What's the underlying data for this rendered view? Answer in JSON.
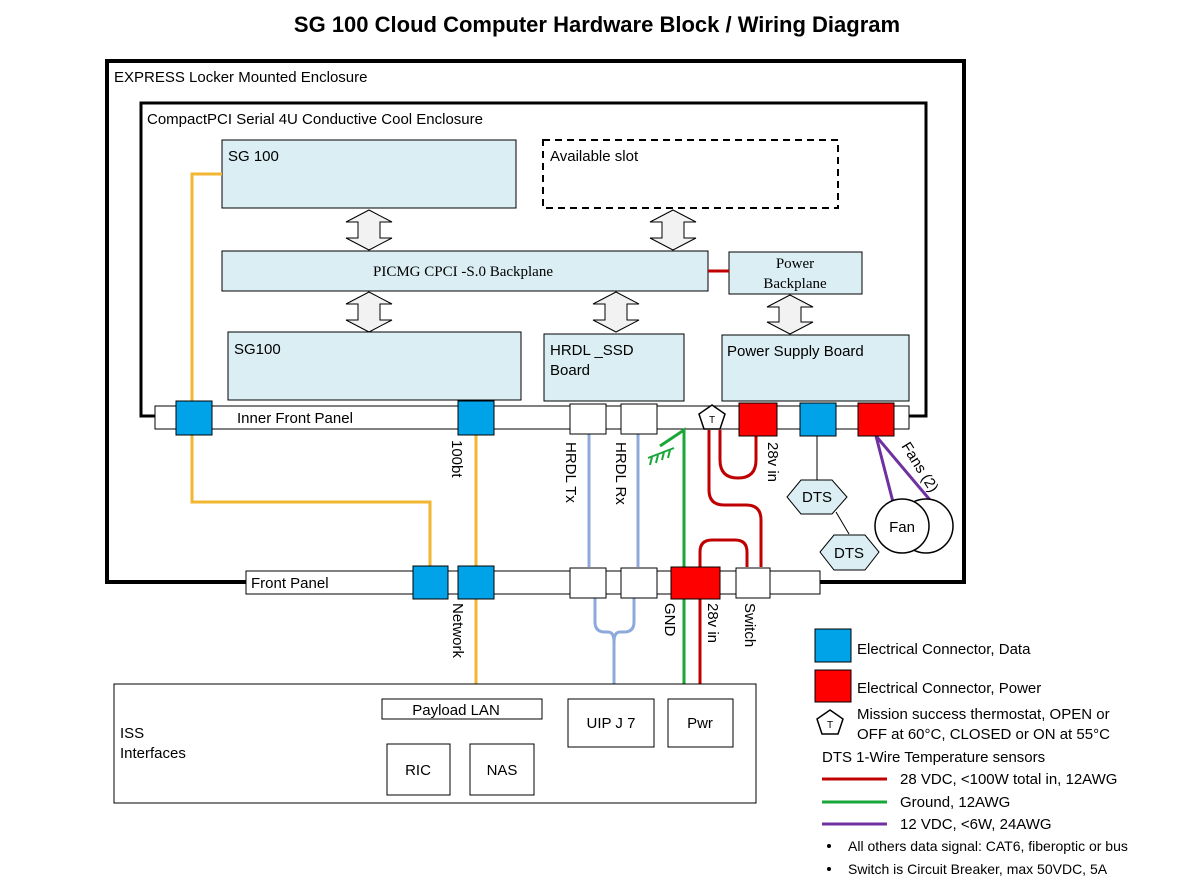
{
  "title": "SG 100 Cloud Computer Hardware Block / Wiring Diagram",
  "enclosures": {
    "outer": "EXPRESS Locker Mounted Enclosure",
    "inner": "CompactPCI Serial   4U Conductive Cool Enclosure"
  },
  "blocks": {
    "sg100_top": "SG 100",
    "available_slot": "Available slot",
    "backplane": "PICMG CPCI  -S.0 Backplane",
    "power_backplane_1": "Power",
    "power_backplane_2": "Backplane",
    "sg100_bottom": "SG100",
    "hrdl_ssd_1": "HRDL _SSD",
    "hrdl_ssd_2": "Board",
    "power_supply": "Power Supply Board"
  },
  "panels": {
    "inner_front": "Inner Front Panel",
    "front": "Front Panel"
  },
  "wire_labels": {
    "100bt": "100bt",
    "hrdl_tx": "HRDL Tx",
    "hrdl_rx": "HRDL Rx",
    "28v_in_inner": "28v in",
    "fans": "Fans (2)",
    "network": "Network",
    "gnd": "GND",
    "28v_in_front": "28v in",
    "switch": "Switch"
  },
  "components": {
    "dts": "DTS",
    "fan": "Fan",
    "thermostat_symbol": "T"
  },
  "iss": {
    "label_1": "ISS",
    "label_2": "Interfaces",
    "payload_lan": "Payload LAN",
    "ric": "RIC",
    "nas": "NAS",
    "uip": "UIP J 7",
    "pwr": "Pwr"
  },
  "legend": {
    "data_connector": "Electrical Connector, Data",
    "power_connector": "Electrical Connector, Power",
    "thermostat_1": "Mission success thermostat, OPEN or",
    "thermostat_2": "OFF at 60°C, CLOSED or ON at 55°C",
    "dts": "DTS  1-Wire Temperature  sensors",
    "line_28v": "28 VDC, <100W total in, 12AWG",
    "line_ground": "Ground, 12AWG",
    "line_12v": "12 VDC, <6W, 24AWG",
    "note_1": "All others data signal: CAT6, fiberoptic or bus",
    "note_2": "Switch is Circuit Breaker, max 50VDC, 5A"
  },
  "colors": {
    "data_connector": "#00a2e8",
    "power_connector": "#ff0000",
    "wire_28v": "#c00000",
    "wire_ground": "#1aa73a",
    "wire_12v": "#7030a0",
    "wire_network": "#f2b630",
    "wire_hrdl": "#8eaadb",
    "block_fill": "#daeef3"
  }
}
